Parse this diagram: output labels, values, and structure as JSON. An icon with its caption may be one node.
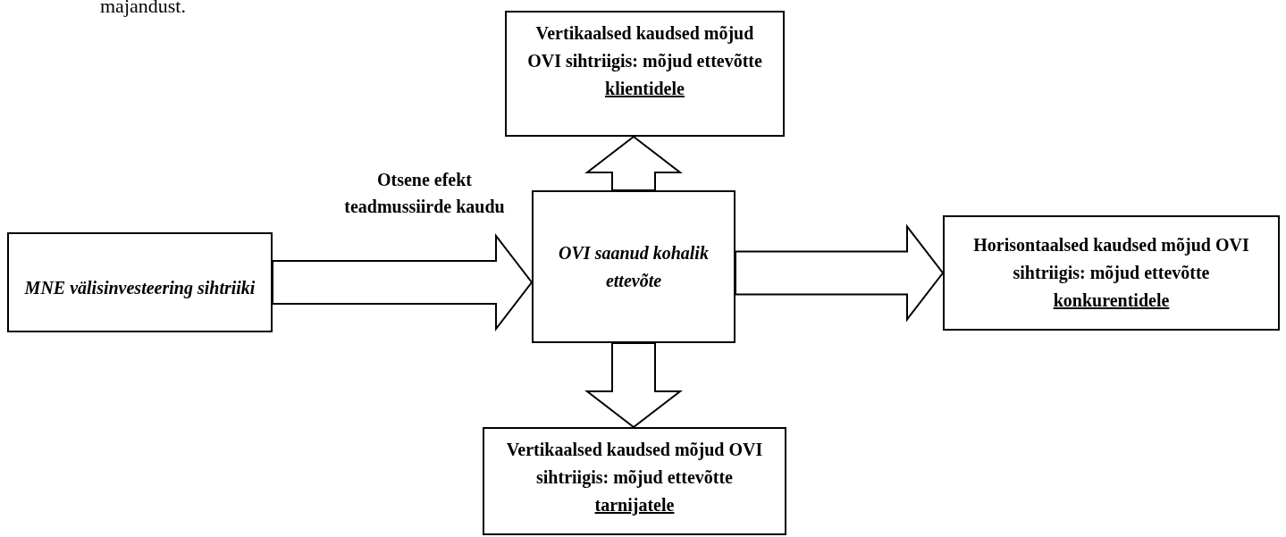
{
  "diagram": {
    "nodes": [
      {
        "text": [
          "MNE välisinvesteering sihtriiki"
        ]
      },
      {
        "text": [
          "Vertikaalsed kaudsed mõjud OVI sihtriigis: mõjud ettevõtte",
          "klientidele"
        ]
      },
      {
        "text": [
          "OVI saanud kohalik ettevõte"
        ]
      },
      {
        "text": [
          "Horisontaalsed kaudsed mõjud OVI sihtriigis: mõjud ettevõtte",
          "konkurentidele"
        ]
      },
      {
        "text": [
          "Vertikaalsed kaudsed mõjud OVI sihtriigis: mõjud ettevõtte",
          "tarnijatele"
        ]
      }
    ],
    "edges": [
      {
        "from": 0,
        "to": 2,
        "arrow": "to",
        "label": "Otsene efekt teadmussiirde kaudu"
      },
      {
        "from": 2,
        "to": 1,
        "arrow": "to"
      },
      {
        "from": 2,
        "to": 3,
        "arrow": "to"
      },
      {
        "from": 2,
        "to": 4,
        "arrow": "to"
      }
    ],
    "labels": [
      "majandust."
    ]
  }
}
